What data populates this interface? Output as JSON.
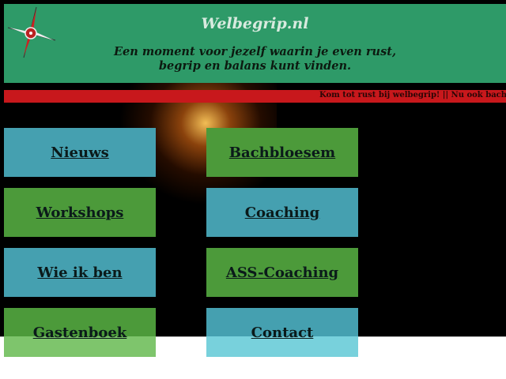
{
  "header": {
    "title": "Welbegrip.nl",
    "tagline_line1": "Een moment voor jezelf waarin je even rust,",
    "tagline_line2": "begrip en balans kunt vinden."
  },
  "ticker": {
    "text": "Kom tot rust bij welbegrip! || Nu ook bachbloesem"
  },
  "nav": {
    "items": [
      {
        "label": "Nieuws"
      },
      {
        "label": "Bachbloesem"
      },
      {
        "label": "Workshops"
      },
      {
        "label": "Coaching"
      },
      {
        "label": "Wie ik ben"
      },
      {
        "label": "ASS-Coaching"
      },
      {
        "label": "Gastenboek"
      },
      {
        "label": "Contact"
      }
    ]
  },
  "colors": {
    "header": "#2e9a68",
    "ticker": "#c8181c",
    "teal": "#45a0b0",
    "green": "#4c9a3a"
  }
}
